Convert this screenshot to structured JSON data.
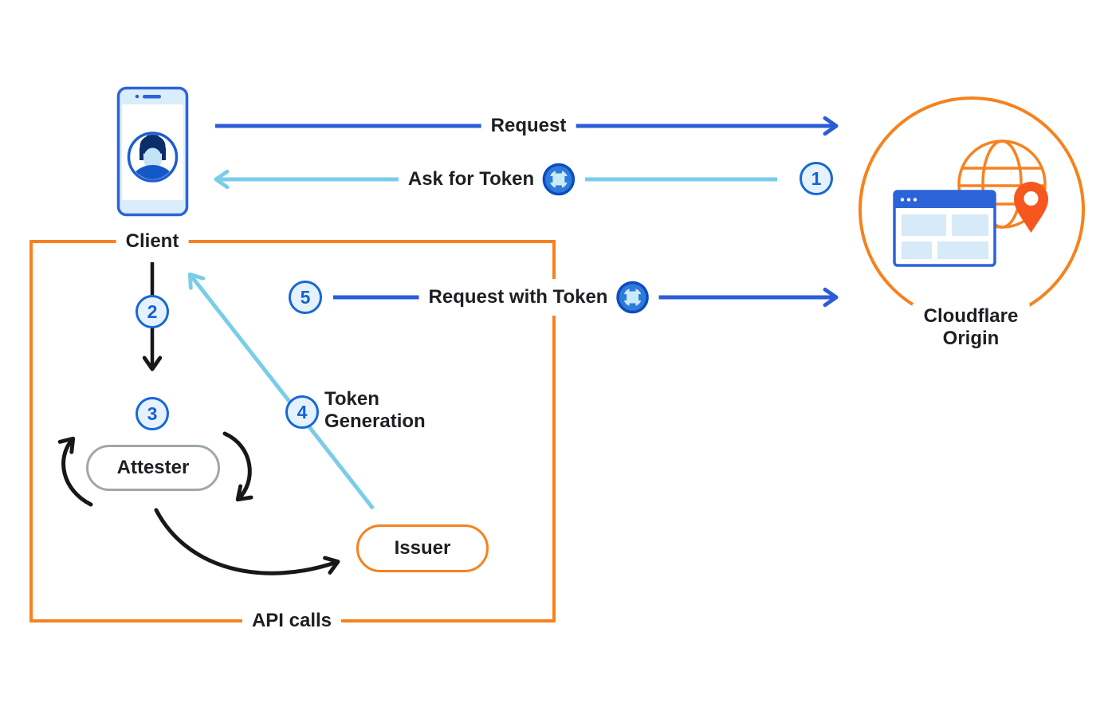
{
  "diagram": {
    "nodes": {
      "client": {
        "label": "Client"
      },
      "cloudflare_origin": {
        "label_line1": "Cloudflare",
        "label_line2": "Origin"
      },
      "attester": {
        "label": "Attester"
      },
      "issuer": {
        "label": "Issuer"
      }
    },
    "edges": {
      "request": {
        "label": "Request"
      },
      "ask_for_token": {
        "label": "Ask for Token"
      },
      "request_with_token": {
        "label": "Request with Token"
      },
      "token_generation": {
        "label_line1": "Token",
        "label_line2": "Generation"
      },
      "api_calls": {
        "label": "API calls"
      }
    },
    "steps": [
      {
        "number": "1"
      },
      {
        "number": "2"
      },
      {
        "number": "3"
      },
      {
        "number": "4"
      },
      {
        "number": "5"
      }
    ],
    "colors": {
      "brand_orange": "#F6821F",
      "dark_blue": "#2B5CD9",
      "light_blue": "#79CDE9",
      "badge_blue": "#1768D8",
      "badge_fill": "#E5F2FC",
      "arrow_black": "#17181A",
      "attester_gray": "#A0A7AD",
      "text_black": "#1D1F23",
      "pin_orange": "#F5571F",
      "phone_panel_blue": "#D9EDFA"
    }
  }
}
